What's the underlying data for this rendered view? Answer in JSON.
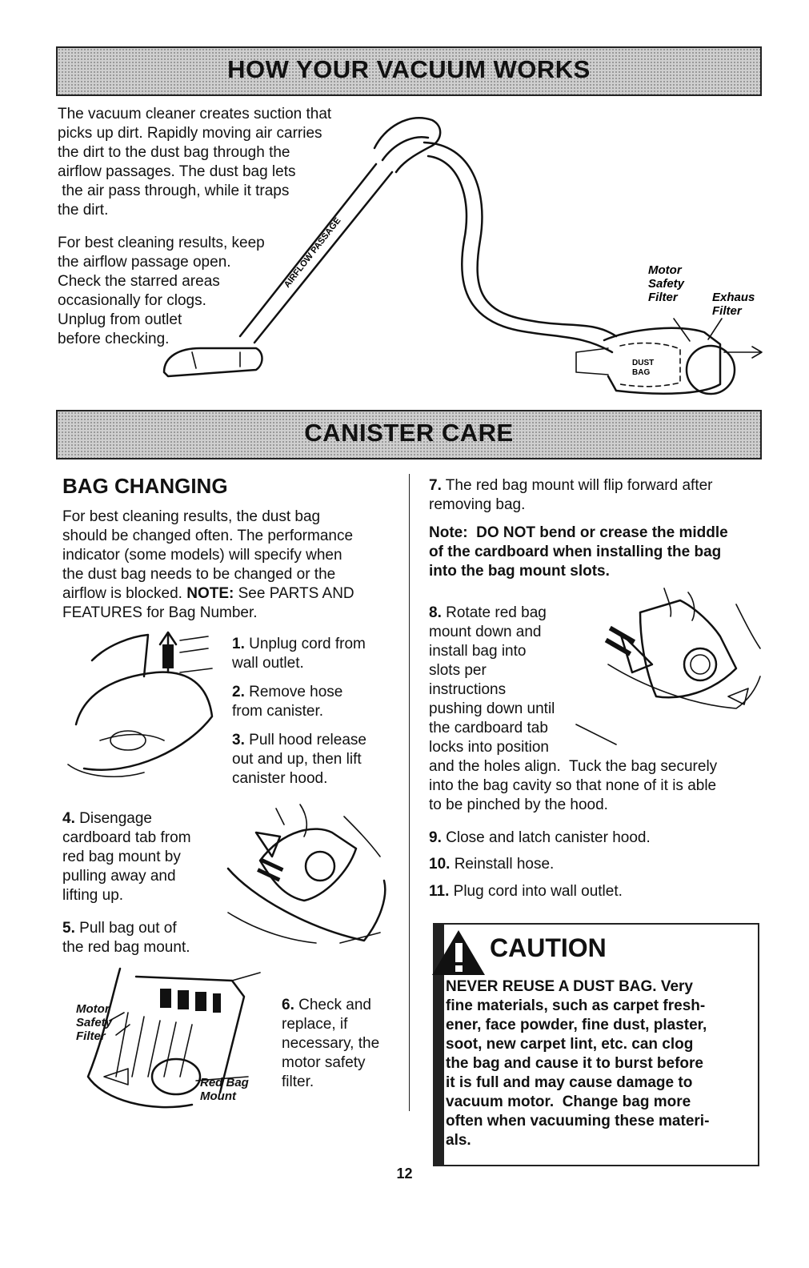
{
  "banner1": {
    "title": "HOW YOUR VACUUM WORKS"
  },
  "intro": {
    "para1": [
      "The vacuum cleaner creates suction that",
      "picks up dirt. Rapidly moving air carries",
      "the dirt to the dust bag through the",
      "airflow passages. The dust bag lets",
      " the air pass through, while it traps",
      "the dirt."
    ],
    "para2": [
      "For best cleaning results, keep",
      "the airflow passage open.",
      "Check the starred areas",
      "occasionally for clogs.",
      "Unplug from outlet",
      "before checking."
    ]
  },
  "diagram1": {
    "wand_label": "AIRFLOW PASSAGE",
    "motor_filter_label": [
      "Motor",
      "Safety",
      "Filter"
    ],
    "exhaust_label": [
      "Exhaus",
      "Filter"
    ],
    "dust_bag_label": [
      "DUST",
      "BAG"
    ]
  },
  "banner2": {
    "title": "CANISTER CARE"
  },
  "bag_changing": {
    "heading": "BAG CHANGING",
    "intro_lines": [
      "For best cleaning results, the dust bag",
      "should be changed often. The performance",
      "indicator (some models) will specify when",
      "the dust bag needs to be changed or the"
    ],
    "note_line_prefix": "airflow is blocked.",
    "note_label": "NOTE:",
    "note_line_rest": "See PARTS AND",
    "last_line": "FEATURES for Bag Number.",
    "steps": [
      {
        "num": "1.",
        "lines": [
          "Unplug cord from",
          "wall outlet."
        ]
      },
      {
        "num": "2.",
        "lines": [
          "Remove hose",
          "from canister."
        ]
      },
      {
        "num": "3.",
        "lines": [
          "Pull hood release",
          "out and up, then lift",
          "canister hood."
        ]
      },
      {
        "num": "4.",
        "lines": [
          "Disengage",
          "cardboard tab from",
          "red bag mount by",
          "pulling away and",
          "lifting up."
        ]
      },
      {
        "num": "5.",
        "lines": [
          "Pull bag out of",
          "the red bag mount."
        ]
      },
      {
        "num": "6.",
        "lines": [
          "Check and",
          "replace, if",
          "necessary, the",
          "motor safety",
          "filter."
        ]
      }
    ],
    "fig3_labels": {
      "motor": [
        "Motor",
        "Safety",
        "Filter"
      ],
      "mount": [
        "Red Bag",
        "Mount"
      ]
    }
  },
  "right_column": {
    "step7": {
      "num": "7.",
      "lines": [
        "The red bag mount will flip forward after",
        "removing bag."
      ]
    },
    "note": [
      "Note:  DO NOT bend or crease the middle",
      "of the cardboard when installing the bag",
      "into the bag mount slots."
    ],
    "step8": {
      "num": "8.",
      "lines_short": [
        "Rotate red bag",
        "mount down and",
        "install bag into",
        "slots per",
        "instructions",
        "pushing down until",
        "the cardboard tab",
        "locks into position"
      ],
      "lines_long": [
        "and the holes align.  Tuck the bag securely",
        "into the bag cavity so that none of it is able",
        "to be pinched by the hood."
      ]
    },
    "step9": {
      "num": "9.",
      "text": "Close and latch canister hood."
    },
    "step10": {
      "num": "10.",
      "text": "Reinstall hose."
    },
    "step11": {
      "num": "11.",
      "text": "Plug cord into wall outlet."
    }
  },
  "caution": {
    "title": "CAUTION",
    "lines": [
      "NEVER REUSE A DUST BAG. Very",
      "fine materials, such as carpet fresh-",
      "ener, face powder, fine dust, plaster,",
      "soot, new carpet lint, etc. can clog",
      "the bag and cause it to burst before",
      "it is full and may cause damage to",
      "vacuum motor.  Change bag more",
      "often when vacuuming these materi-",
      "als."
    ]
  },
  "page_number": "12"
}
